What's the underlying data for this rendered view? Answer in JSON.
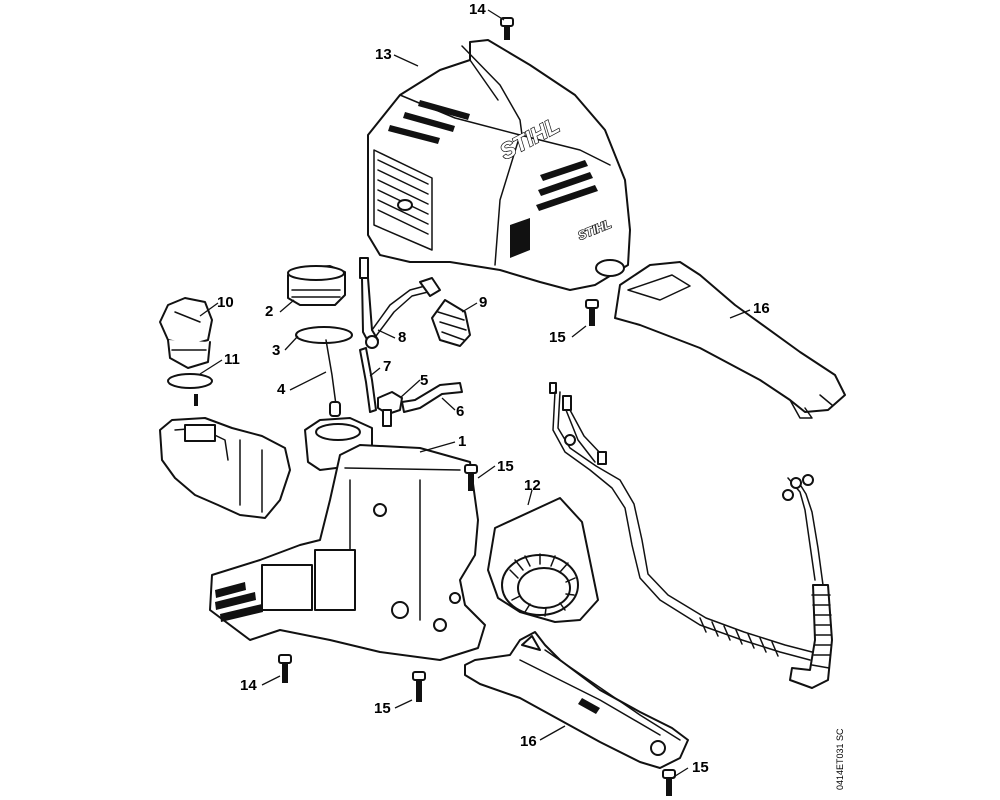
{
  "brand": "STIHL",
  "drawing_code": "0414ET031 SC",
  "labels": {
    "p1": "1",
    "p2": "2",
    "p3": "3",
    "p4": "4",
    "p5": "5",
    "p6": "6",
    "p7": "7",
    "p8": "8",
    "p9": "9",
    "p10": "10",
    "p11": "11",
    "p12": "12",
    "p13": "13",
    "p14a": "14",
    "p14b": "14",
    "p15a": "15",
    "p15b": "15",
    "p15c": "15",
    "p15d": "15",
    "p16a": "16",
    "p16b": "16"
  }
}
